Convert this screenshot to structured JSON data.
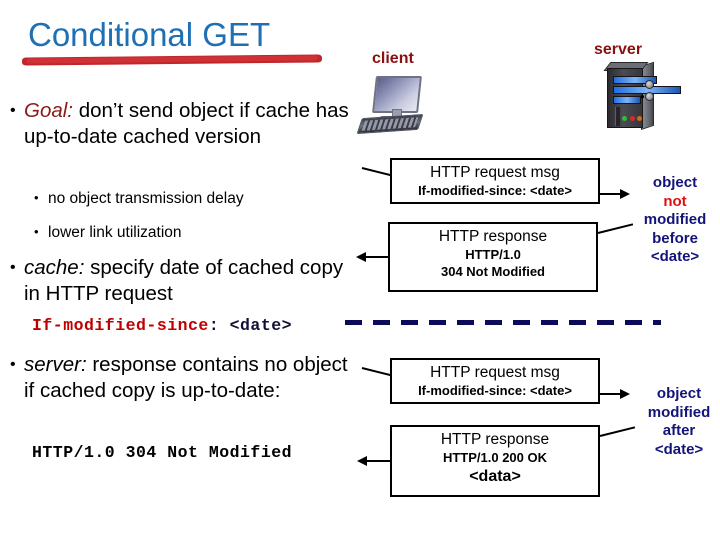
{
  "slide": {
    "title": "Conditional GET",
    "bullets": {
      "goal_label": "Goal:",
      "goal_text": " don’t send object if cache has up-to-date cached version",
      "sub1": "no object transmission delay",
      "sub2": "lower link utilization",
      "cache_label": "cache:",
      "cache_text": " specify date of cached copy in HTTP request",
      "code_ifmod_red": "If-modified-since",
      "code_ifmod_rest": ": <date>",
      "server_label": "server:",
      "server_text": " response contains no object if cached copy is up-to-date:",
      "code_304": "HTTP/1.0 304 Not Modified"
    },
    "diagram": {
      "client_label": "client",
      "server_label": "server",
      "client_icon_name": "client-workstation-icon",
      "server_icon_name": "server-tower-icon",
      "boxes": [
        {
          "name": "http-request-box-top",
          "line1": "HTTP request msg",
          "line2": "If-modified-since: <date>"
        },
        {
          "name": "http-response-box-top",
          "line1": "HTTP response",
          "line2": "HTTP/1.0",
          "line3": "304 Not Modified"
        },
        {
          "name": "http-request-box-bottom",
          "line1": "HTTP request msg",
          "line2": "If-modified-since: <date>"
        },
        {
          "name": "http-response-box-bottom",
          "line1": "HTTP response",
          "line2": "HTTP/1.0 200 OK",
          "line3": "<data>"
        }
      ],
      "annotation_top": {
        "w1": "object",
        "w2": "not",
        "w3": "modified",
        "w4": "before",
        "w5": "<date>"
      },
      "annotation_bottom": {
        "w1": "object",
        "w2": "modified",
        "w3": "after",
        "w4": "<date>"
      }
    },
    "colors": {
      "title_blue": "#1f6fb5",
      "underline_red": "#c0272d",
      "label_dark_red": "#8b1a1a",
      "code_red": "#c00000",
      "annotation_navy": "#13137a",
      "annotation_hot_red": "#e01010",
      "endpoint_label_red": "#8b1010"
    }
  }
}
